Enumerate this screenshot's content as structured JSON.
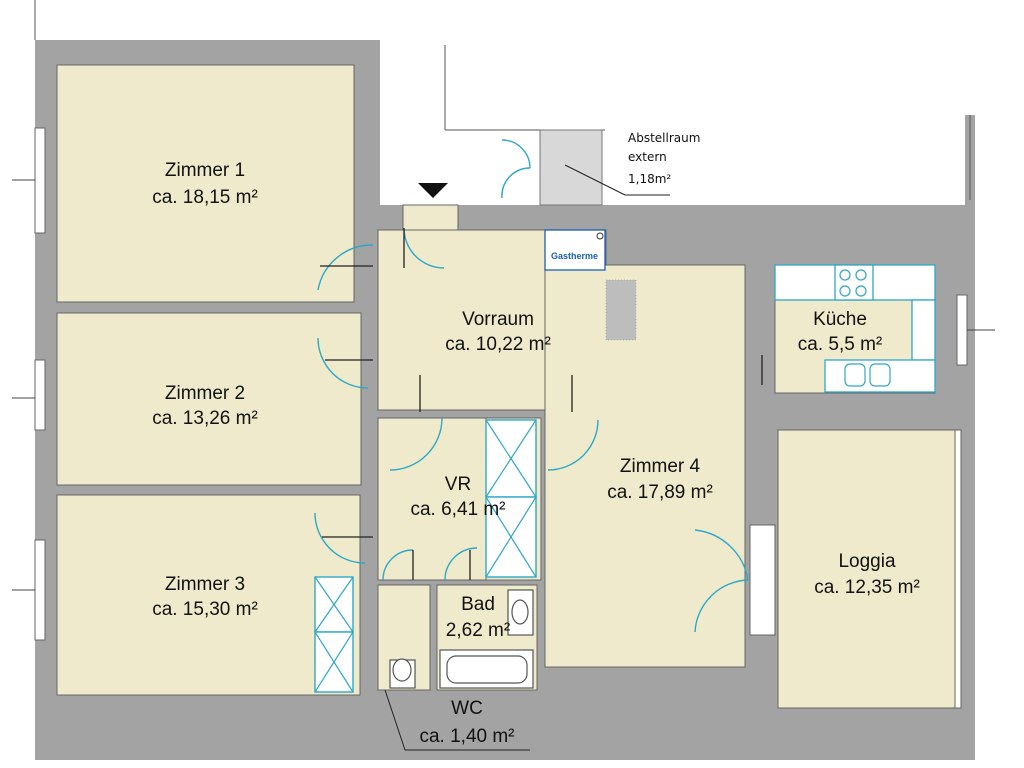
{
  "rooms": {
    "zimmer1": {
      "name": "Zimmer 1",
      "area": "ca. 18,15 m²"
    },
    "zimmer2": {
      "name": "Zimmer 2",
      "area": "ca. 13,26 m²"
    },
    "zimmer3": {
      "name": "Zimmer 3",
      "area": "ca. 15,30 m²"
    },
    "vorraum": {
      "name": "Vorraum",
      "area": "ca. 10,22 m²"
    },
    "vr": {
      "name": "VR",
      "area": "ca. 6,41 m²"
    },
    "zimmer4": {
      "name": "Zimmer 4",
      "area": "ca. 17,89 m²"
    },
    "kueche": {
      "name": "Küche",
      "area": "ca. 5,5 m²"
    },
    "loggia": {
      "name": "Loggia",
      "area": "ca. 12,35 m²"
    },
    "bad": {
      "name": "Bad",
      "area": "2,62 m²"
    },
    "wc": {
      "name": "WC",
      "area": "ca. 1,40 m²"
    }
  },
  "storage": {
    "line1": "Abstellraum",
    "line2": "extern",
    "area": "1,18m²"
  },
  "gasterme": "Gastherme",
  "colors": {
    "wall": "#a3a3a3",
    "room": "#eeeacb",
    "door": "#2fa8c8",
    "outline": "#555555"
  }
}
